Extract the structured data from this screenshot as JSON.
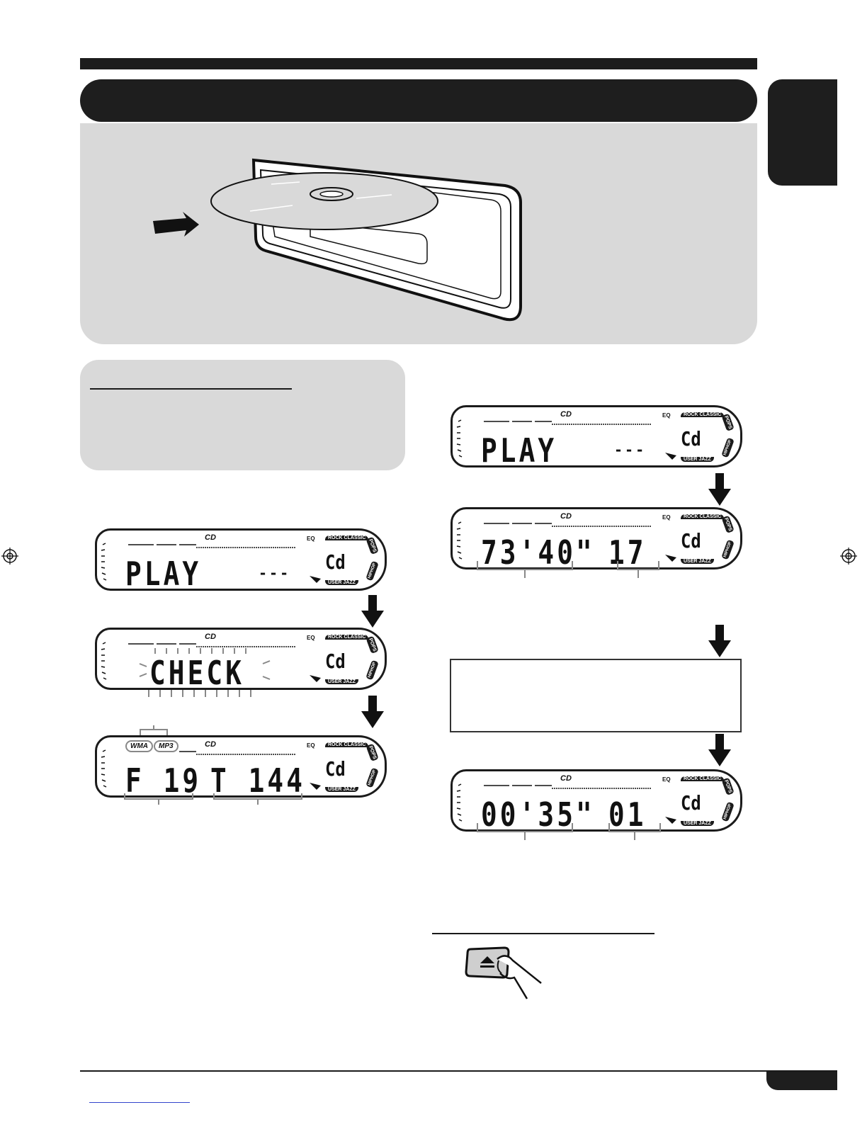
{
  "displays": {
    "left_play": {
      "main": "PLAY",
      "dashes": "---",
      "source": "Cd",
      "cd": "CD",
      "eq": "EQ",
      "mode_top": "ROCK CLASSIC",
      "mode_bottom": "USER JAZZ",
      "pops": "POPS",
      "hiphop": "HIPHOP"
    },
    "left_check": {
      "main": "CHECK",
      "source": "Cd",
      "cd": "CD",
      "eq": "EQ",
      "mode_top": "ROCK CLASSIC",
      "mode_bottom": "USER JAZZ",
      "pops": "POPS",
      "hiphop": "HIPHOP"
    },
    "left_folder": {
      "badge_wma": "WMA",
      "badge_mp3": "MP3",
      "main": "F 19",
      "right": "T 144",
      "source": "Cd",
      "cd": "CD",
      "eq": "EQ",
      "mode_top": "ROCK CLASSIC",
      "mode_bottom": "USER JAZZ",
      "pops": "POPS",
      "hiphop": "HIPHOP"
    },
    "right_play": {
      "main": "PLAY",
      "dashes": "---",
      "source": "Cd",
      "cd": "CD",
      "eq": "EQ",
      "mode_top": "ROCK CLASSIC",
      "mode_bottom": "USER JAZZ",
      "pops": "POPS",
      "hiphop": "HIPHOP"
    },
    "right_total": {
      "main": "73'40\"",
      "right": "17",
      "source": "Cd",
      "cd": "CD",
      "eq": "EQ",
      "mode_top": "ROCK CLASSIC",
      "mode_bottom": "USER JAZZ",
      "pops": "POPS",
      "hiphop": "HIPHOP"
    },
    "right_elapsed": {
      "main": "00'35\"",
      "right": "01",
      "source": "Cd",
      "cd": "CD",
      "eq": "EQ",
      "mode_top": "ROCK CLASSIC",
      "mode_bottom": "USER JAZZ",
      "pops": "POPS",
      "hiphop": "HIPHOP"
    }
  },
  "icons": [
    "disc-insert-illustration",
    "down-arrow-icon",
    "eject-button-icon",
    "registration-mark-icon"
  ]
}
